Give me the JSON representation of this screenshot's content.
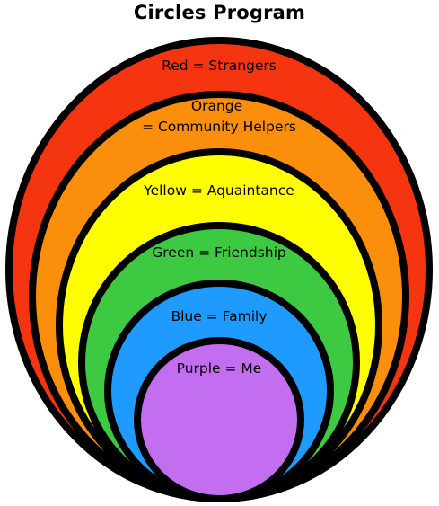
{
  "title": "Circles Program",
  "rings": [
    {
      "id": "red",
      "color": "#f4350f",
      "label_lines": [
        "Red = Strangers"
      ]
    },
    {
      "id": "orange",
      "color": "#fb8f0c",
      "label_lines": [
        "Orange",
        "= Community Helpers"
      ]
    },
    {
      "id": "yellow",
      "color": "#fefe00",
      "label_lines": [
        "Yellow = Aquaintance"
      ]
    },
    {
      "id": "green",
      "color": "#3ec942",
      "label_lines": [
        "Green = Friendship"
      ]
    },
    {
      "id": "blue",
      "color": "#1f9afe",
      "label_lines": [
        "Blue = Family"
      ]
    },
    {
      "id": "purple",
      "color": "#c36ef1",
      "label_lines": [
        "Purple = Me"
      ]
    }
  ]
}
